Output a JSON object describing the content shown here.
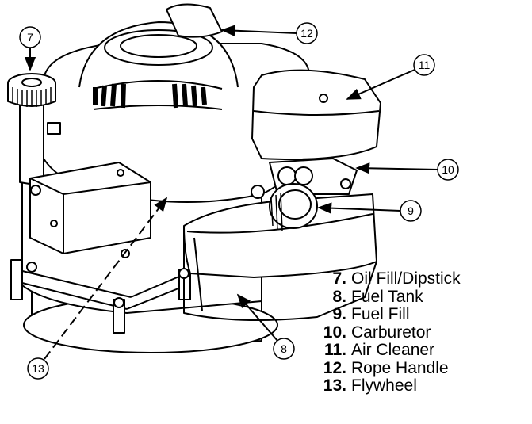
{
  "callouts": {
    "c7": "7",
    "c8": "8",
    "c9": "9",
    "c10": "10",
    "c11": "11",
    "c12": "12",
    "c13": "13"
  },
  "legend": [
    {
      "num": "7.",
      "label": "Oil Fill/Dipstick"
    },
    {
      "num": "8.",
      "label": "Fuel Tank"
    },
    {
      "num": "9.",
      "label": "Fuel Fill"
    },
    {
      "num": "10.",
      "label": "Carburetor"
    },
    {
      "num": "11.",
      "label": "Air Cleaner"
    },
    {
      "num": "12.",
      "label": "Rope Handle"
    },
    {
      "num": "13.",
      "label": "Flywheel"
    }
  ]
}
